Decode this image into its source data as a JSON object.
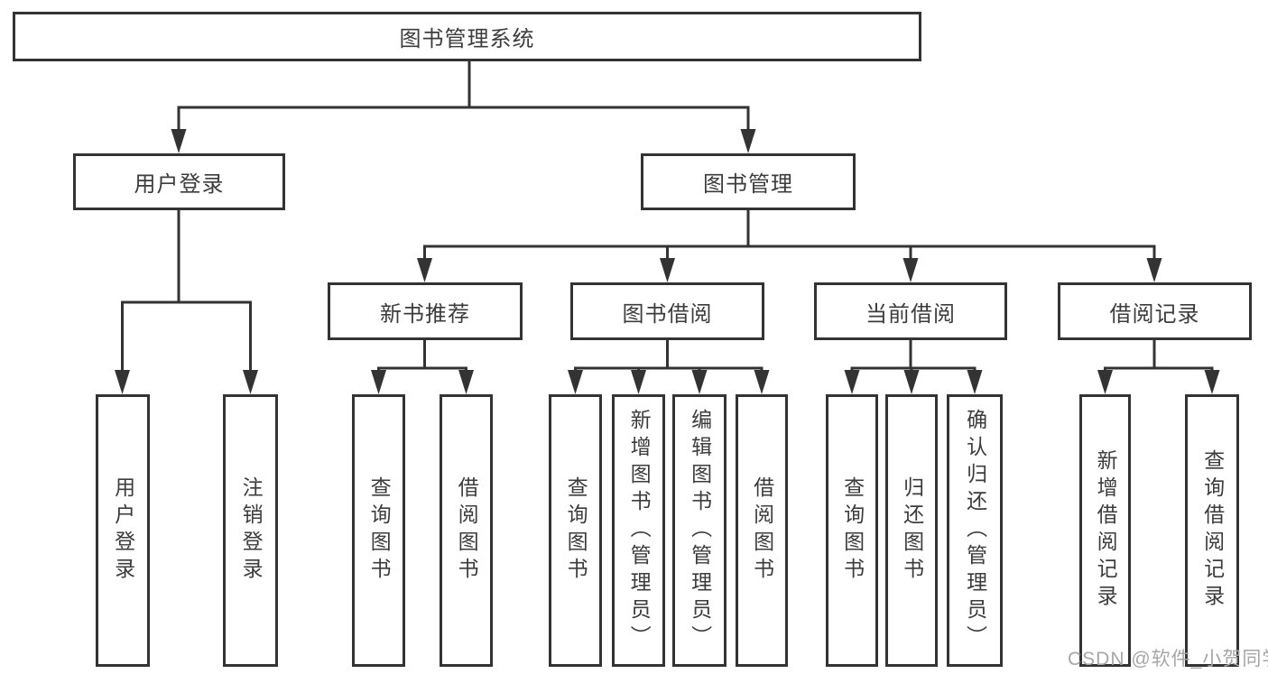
{
  "tree": {
    "root": {
      "label": "图书管理系统"
    },
    "nodes": [
      {
        "label": "用户登录",
        "children": [
          {
            "label": "用户登录"
          },
          {
            "label": "注销登录"
          }
        ]
      },
      {
        "label": "图书管理",
        "children": [
          {
            "label": "新书推荐",
            "children": [
              {
                "label": "查询图书"
              },
              {
                "label": "借阅图书"
              }
            ]
          },
          {
            "label": "图书借阅",
            "children": [
              {
                "label": "查询图书"
              },
              {
                "label": "新增图书（管理员）"
              },
              {
                "label": "编辑图书（管理员）"
              },
              {
                "label": "借阅图书"
              }
            ]
          },
          {
            "label": "当前借阅",
            "children": [
              {
                "label": "查询图书"
              },
              {
                "label": "归还图书"
              },
              {
                "label": "确认归还（管理员）"
              }
            ]
          },
          {
            "label": "借阅记录",
            "children": [
              {
                "label": "新增借阅记录"
              },
              {
                "label": "查询借阅记录"
              }
            ]
          }
        ]
      }
    ]
  },
  "watermark": {
    "text": "CSDN @软件_小贺同学"
  },
  "colors": {
    "line": "#333333",
    "text": "#3c3c3c",
    "watermark": "#a6a6a6",
    "background": "#ffffff"
  }
}
